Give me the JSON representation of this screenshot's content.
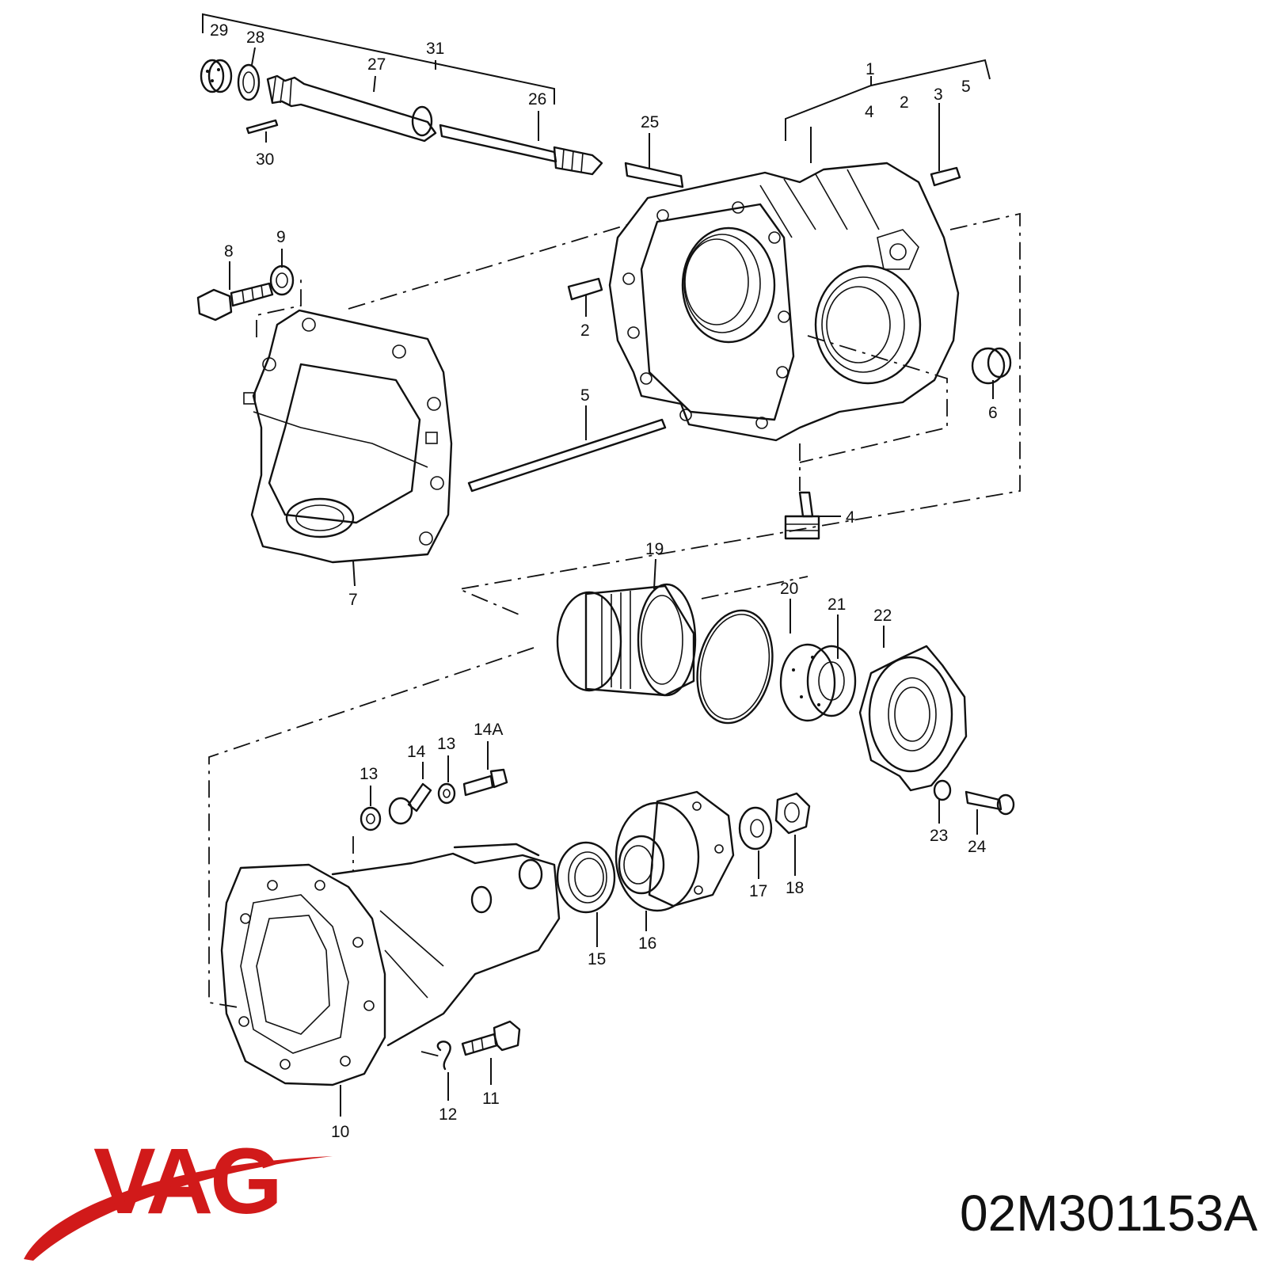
{
  "brand": {
    "name": "VAG",
    "color": "#d11a1a"
  },
  "part_number": "02M301153A",
  "callouts": [
    {
      "id": "c29",
      "text": "29"
    },
    {
      "id": "c28",
      "text": "28"
    },
    {
      "id": "c31",
      "text": "31"
    },
    {
      "id": "c27",
      "text": "27"
    },
    {
      "id": "c26",
      "text": "26"
    },
    {
      "id": "c30",
      "text": "30"
    },
    {
      "id": "c25",
      "text": "25"
    },
    {
      "id": "c1",
      "text": "1"
    },
    {
      "id": "c4a",
      "text": "4"
    },
    {
      "id": "c2a",
      "text": "2"
    },
    {
      "id": "c3",
      "text": "3"
    },
    {
      "id": "c5a",
      "text": "5"
    },
    {
      "id": "c8",
      "text": "8"
    },
    {
      "id": "c9",
      "text": "9"
    },
    {
      "id": "c2b",
      "text": "2"
    },
    {
      "id": "c5b",
      "text": "5"
    },
    {
      "id": "c6",
      "text": "6"
    },
    {
      "id": "c4b",
      "text": "4"
    },
    {
      "id": "c7",
      "text": "7"
    },
    {
      "id": "c19",
      "text": "19"
    },
    {
      "id": "c20",
      "text": "20"
    },
    {
      "id": "c21",
      "text": "21"
    },
    {
      "id": "c22",
      "text": "22"
    },
    {
      "id": "c14A",
      "text": "14A"
    },
    {
      "id": "c14",
      "text": "14"
    },
    {
      "id": "c13a",
      "text": "13"
    },
    {
      "id": "c13b",
      "text": "13"
    },
    {
      "id": "c23",
      "text": "23"
    },
    {
      "id": "c24",
      "text": "24"
    },
    {
      "id": "c17",
      "text": "17"
    },
    {
      "id": "c18",
      "text": "18"
    },
    {
      "id": "c15",
      "text": "15"
    },
    {
      "id": "c16",
      "text": "16"
    },
    {
      "id": "c11",
      "text": "11"
    },
    {
      "id": "c12",
      "text": "12"
    },
    {
      "id": "c10",
      "text": "10"
    }
  ]
}
